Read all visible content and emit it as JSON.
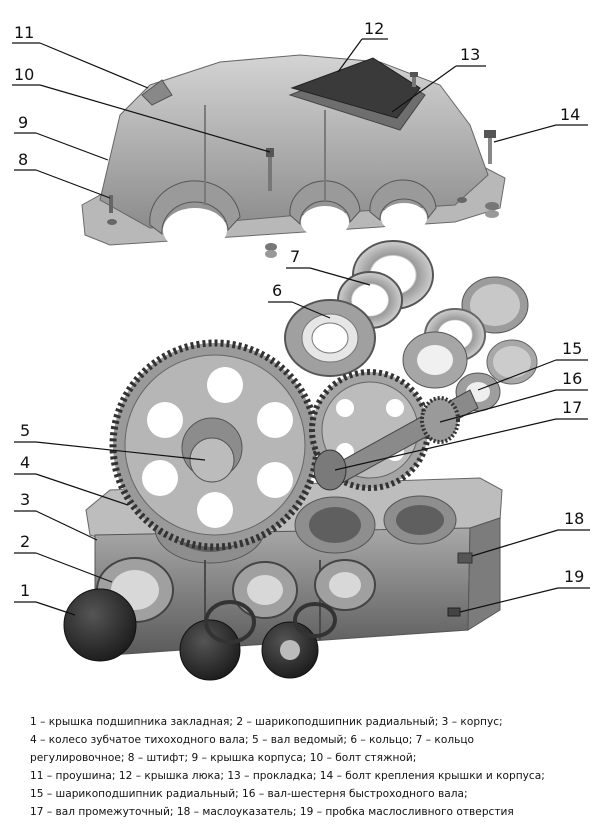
{
  "figure": {
    "callouts": [
      "1",
      "2",
      "3",
      "4",
      "5",
      "6",
      "7",
      "8",
      "9",
      "10",
      "11",
      "12",
      "13",
      "14",
      "15",
      "16",
      "17",
      "18",
      "19"
    ]
  },
  "legend": {
    "lines": [
      "1 – крышка подшипника закладная; 2 – шарикоподшипник радиальный; 3 – корпус;",
      "4 – колесо зубчатое тихоходного вала; 5 – вал ведомый; 6 – кольцо; 7 – кольцо",
      "регулировочное; 8 – штифт; 9 – крышка корпуса; 10 – болт стяжной;",
      "11 – проушина; 12 – крышка люка; 13 – прокладка; 14 – болт крепления крышки и корпуса;",
      "15 – шарикоподшипник радиальный; 16 – вал-шестерня быстроходного вала;",
      "17 – вал промежуточный; 18 – маслоуказатель; 19 – пробка маслосливного отверстия"
    ]
  }
}
